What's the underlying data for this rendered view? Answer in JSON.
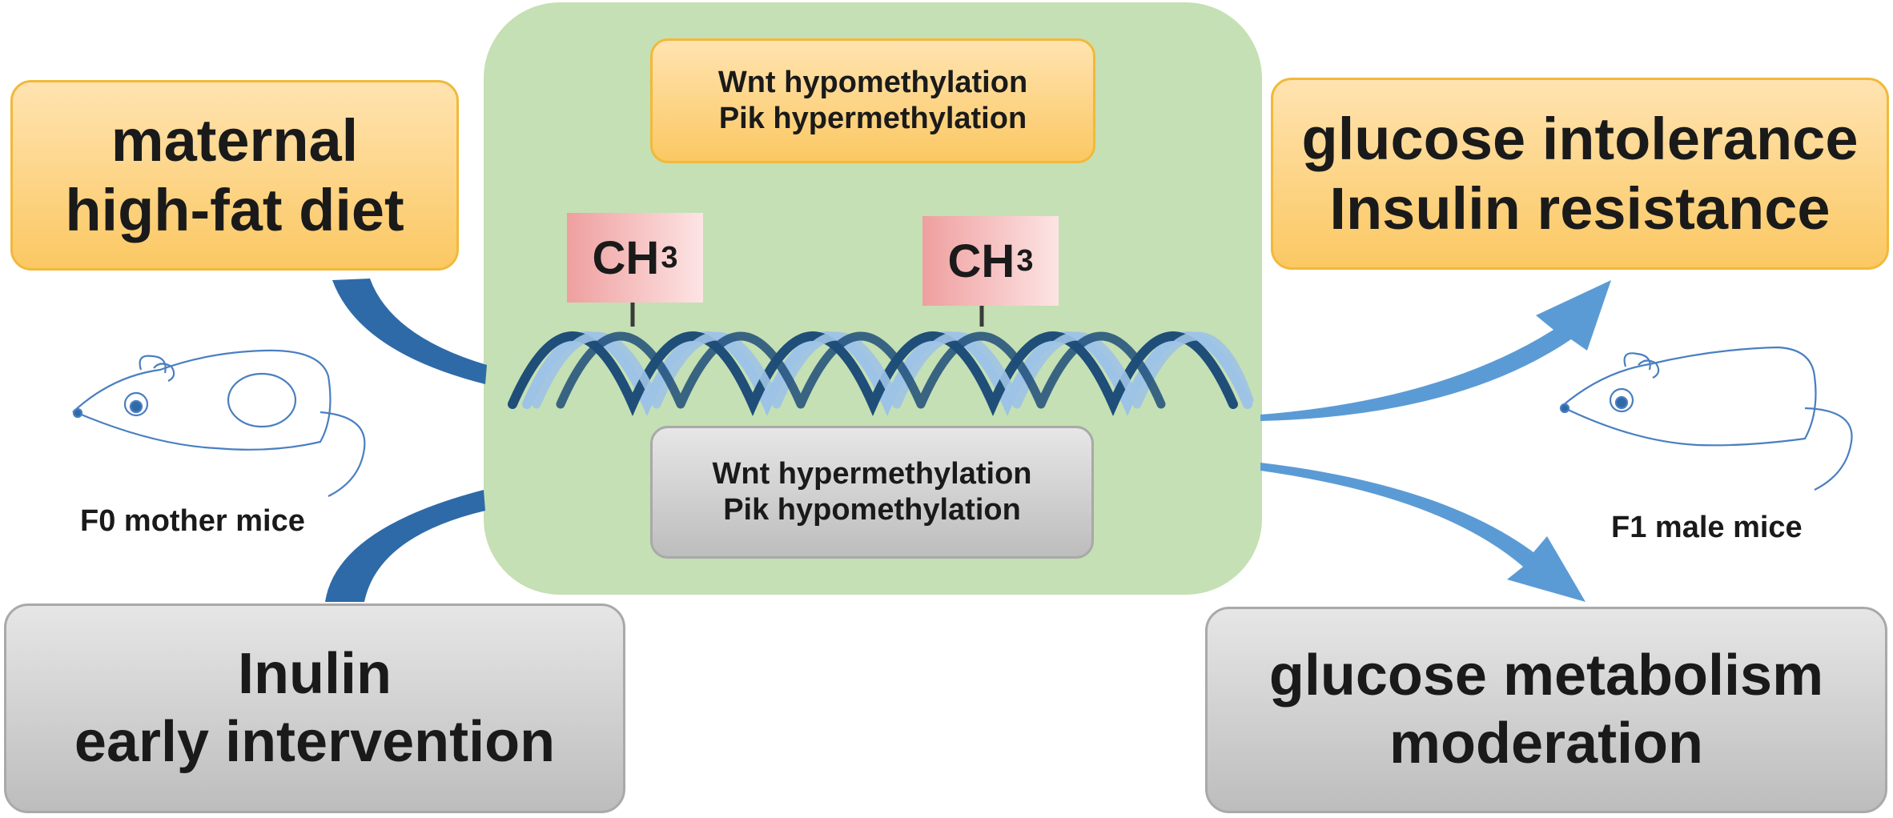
{
  "cause": {
    "line1": "maternal",
    "line2": "high-fat diet"
  },
  "intervention": {
    "line1": "Inulin",
    "line2": "early intervention"
  },
  "methylation_hfd": {
    "line1": "Wnt hypomethylation",
    "line2": "Pik hypermethylation"
  },
  "methylation_inulin": {
    "line1": "Wnt hypermethylation",
    "line2": "Pik hypomethylation"
  },
  "methyl_group": {
    "base": "CH",
    "subscript": "3"
  },
  "outcome_hfd": {
    "line1": "glucose intolerance",
    "line2": "Insulin resistance"
  },
  "outcome_inulin": {
    "line1": "glucose metabolism",
    "line2": "moderation"
  },
  "mouse_left_label": "F0 mother mice",
  "mouse_right_label": "F1 male mice",
  "colors": {
    "orange_box": "#fbc863",
    "gray_box": "#bdbdbd",
    "center_panel": "#c5e0b4",
    "dna_dark": "#1f4e79",
    "dna_light": "#9dc3e6",
    "arrow_left": "#2e6aa8",
    "arrow_right": "#5b9bd5",
    "mouse_outline": "#4a7fc1"
  }
}
